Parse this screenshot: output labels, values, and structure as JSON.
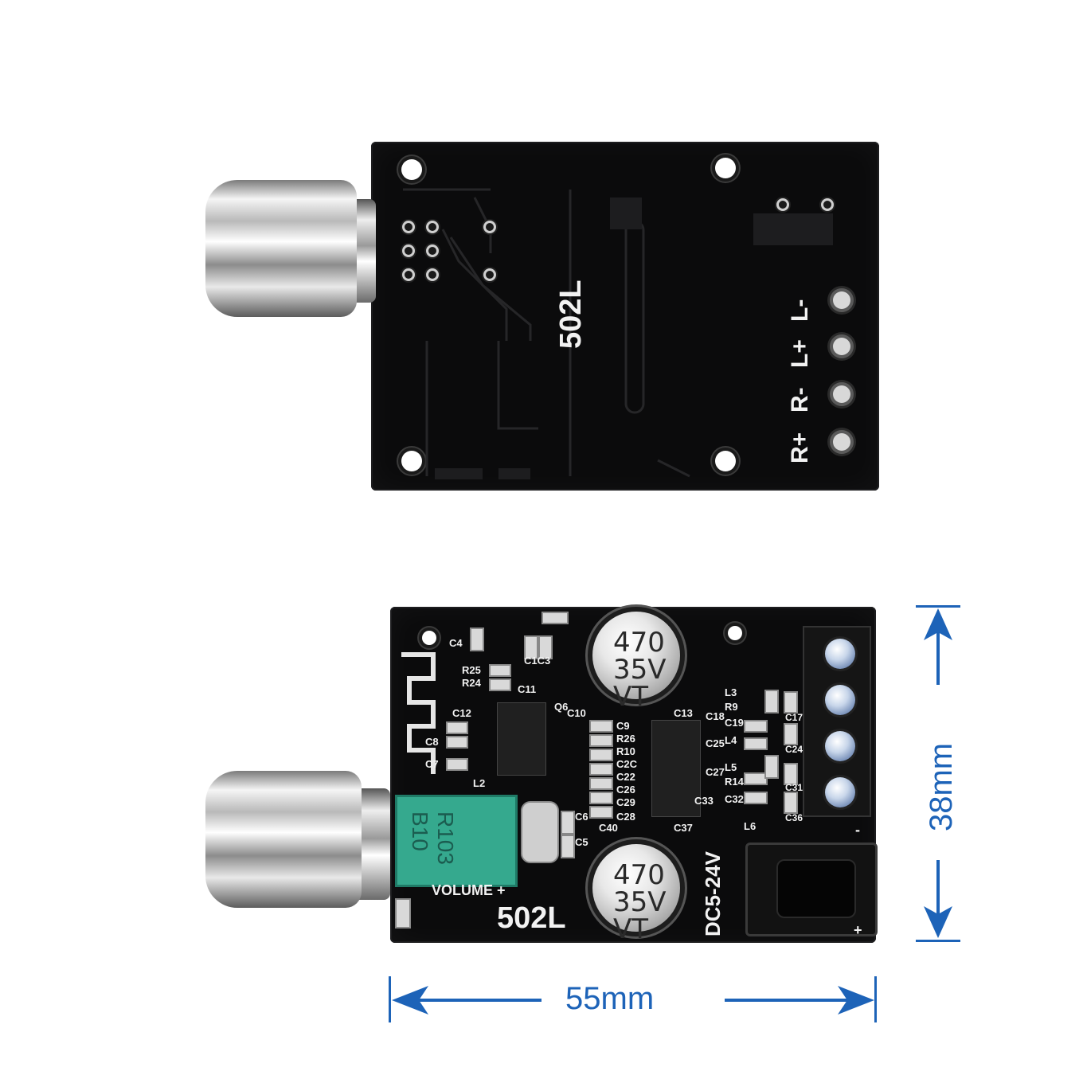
{
  "top_board": {
    "model_label": "502L",
    "pin_labels": [
      "R+",
      "R-",
      "L+",
      "L-"
    ]
  },
  "bottom_board": {
    "model_label": "502L",
    "volume_label": "VOLUME +",
    "voltage_label": "DC5-24V",
    "cap_top": {
      "line1": "470",
      "line2": "35V",
      "line3": "VT"
    },
    "cap_bottom": {
      "line1": "470",
      "line2": "35V",
      "line3": "VT"
    },
    "pot_label": {
      "line1": "R103",
      "line2": "B10"
    },
    "minus_label": "-",
    "plus_label": "+",
    "component_labels": {
      "c4": "C4",
      "c1c3": "C1C3",
      "r25": "R25",
      "r24": "R24",
      "c11": "C11",
      "q6": "Q6",
      "c12": "C12",
      "c8": "C8",
      "c7": "C7",
      "l2": "L2",
      "c10": "C10",
      "c13": "C13",
      "c9": "C9",
      "r26": "R26",
      "r10": "R10",
      "c2c": "C2C",
      "c22": "C22",
      "c26": "C26",
      "c29": "C29",
      "c28": "C28",
      "c40": "C40",
      "c37": "C37",
      "c6": "C6",
      "c5": "C5",
      "c18": "C18",
      "c25": "C25",
      "c27": "C27",
      "c33": "C33",
      "c32": "C32",
      "l6": "L6",
      "c17": "C17",
      "c24": "C24",
      "c31": "C31",
      "c36": "C36",
      "l4": "L4",
      "l5": "L5",
      "r14": "R14",
      "c19": "C19",
      "r9": "R9",
      "l3": "L3"
    }
  },
  "dimensions": {
    "height": "38mm",
    "width": "55mm"
  },
  "colors": {
    "pcb": "#0b0b0c",
    "dimension": "#1d63b8",
    "pot": "#35a98e"
  }
}
